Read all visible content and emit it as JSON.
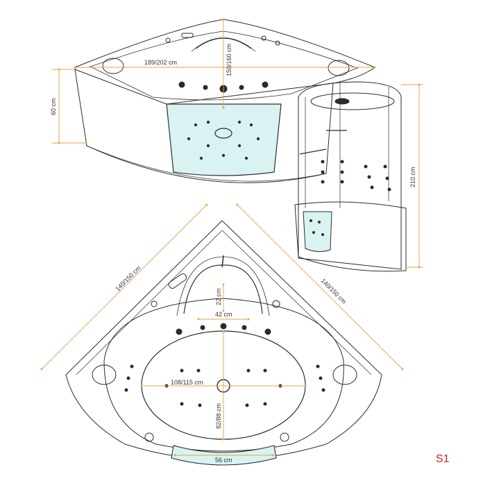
{
  "colors": {
    "dimension_line": "#e0a53c",
    "outline": "#2b2b2b",
    "water": "#d8f3f1",
    "label_text": "#333333",
    "code_label": "#cc2222"
  },
  "dimensions": {
    "width": "189/202 cm",
    "depth": "150/160 cm",
    "tub_height": "60 cm",
    "total_height": "210 cm",
    "side_left": "140/150 cm",
    "side_right": "140/150 cm",
    "headrest_depth": "22 cm",
    "headrest_width": "42 cm",
    "basin_length": "108/115 cm",
    "basin_width": "82/88 cm",
    "door_width": "56 cm"
  },
  "code_label": "S1"
}
